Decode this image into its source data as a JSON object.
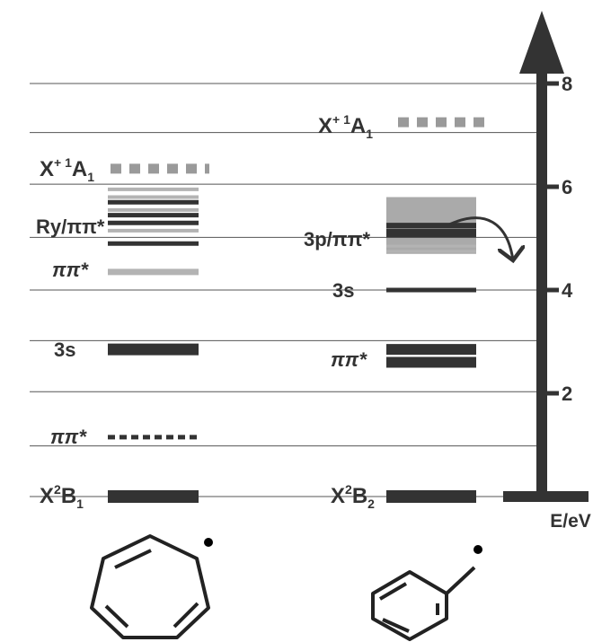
{
  "axis": {
    "label": "E/eV",
    "ticks": [
      2,
      4,
      6,
      8
    ],
    "range": [
      0,
      8.8
    ]
  },
  "colors": {
    "dark": "#333333",
    "light": "#b3b3b3",
    "medium": "#9a9a9a",
    "box": "#aaaaaa",
    "grid": "#555555"
  },
  "gridlines": [
    0.0,
    0.98,
    2.03,
    3.02,
    4.0,
    5.02,
    6.05,
    7.05,
    8.0
  ],
  "left_molecule": {
    "ground_state": {
      "base": "X",
      "sup": "2",
      "main": "B",
      "sub": "1"
    },
    "ion_state": {
      "base": "X",
      "sup": "+ 1",
      "main": "A",
      "sub": "1",
      "energy": 6.35
    },
    "labels": {
      "ry": "Ry/ππ*",
      "pipi_upper": "ππ*",
      "s3": "3s",
      "pipi_lower": "ππ*"
    },
    "ground_level": 0.0,
    "dotted_level": 1.15,
    "s3_level": 2.85,
    "pipi_level": 4.35,
    "ry_levels": [
      {
        "e": 4.9,
        "shade": "dark"
      },
      {
        "e": 5.15,
        "shade": "light"
      },
      {
        "e": 5.3,
        "shade": "dark"
      },
      {
        "e": 5.45,
        "shade": "dark"
      },
      {
        "e": 5.55,
        "shade": "light"
      },
      {
        "e": 5.7,
        "shade": "dark"
      },
      {
        "e": 5.8,
        "shade": "light"
      },
      {
        "e": 5.95,
        "shade": "light"
      }
    ]
  },
  "right_molecule": {
    "ground_state": {
      "base": "X",
      "sup": "2",
      "main": "B",
      "sub": "2"
    },
    "ion_state": {
      "base": "X",
      "sup": "+ 1",
      "main": "A",
      "sub": "1",
      "energy": 7.25
    },
    "labels": {
      "p3": "3p/ππ*",
      "s3": "3s",
      "pipi": "ππ*"
    },
    "ground_level": 0.0,
    "pipi_levels": [
      2.6,
      2.85
    ],
    "s3_level": 4.0,
    "box_range": [
      4.7,
      5.8
    ],
    "p3_levels": [
      4.75,
      4.85,
      5.1,
      5.25
    ]
  }
}
